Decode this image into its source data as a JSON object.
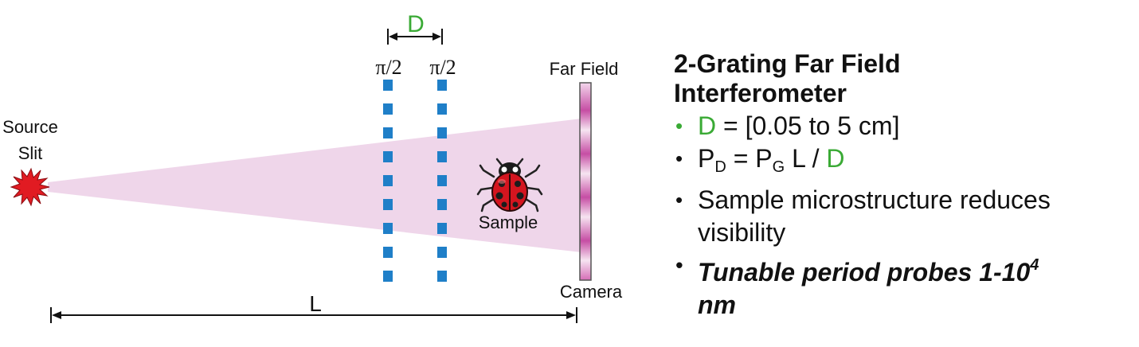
{
  "diagram": {
    "spacing_label": "D",
    "grating_left_label": "π/2",
    "grating_right_label": "π/2",
    "far_field_label": "Far Field",
    "source_label_line1": "Source",
    "source_label_line2": "Slit",
    "sample_label": "Sample",
    "camera_label": "Camera",
    "length_label": "L",
    "icons": [
      "starburst-icon",
      "ladybug-icon"
    ],
    "colors": {
      "beam": "#efd6ea",
      "grating": "#1f7fc8",
      "source": "#e11b22",
      "accent_green": "#3aaa35",
      "detector": "#c64ea4"
    }
  },
  "panel": {
    "heading_line1": "2-Grating Far Field",
    "heading_line2": "Interferometer",
    "bullet1": {
      "var": "D",
      "text": " = [0.05 to 5 cm]"
    },
    "bullet2": {
      "p1": "P",
      "sub1": "D",
      "eq": " = P",
      "sub2": "G",
      "mid": " L / ",
      "var": "D"
    },
    "bullet3": "Sample microstructure reduces visibility",
    "bullet4": {
      "text": "Tunable period probes 1-10",
      "sup": "4",
      "tail": " nm"
    }
  }
}
